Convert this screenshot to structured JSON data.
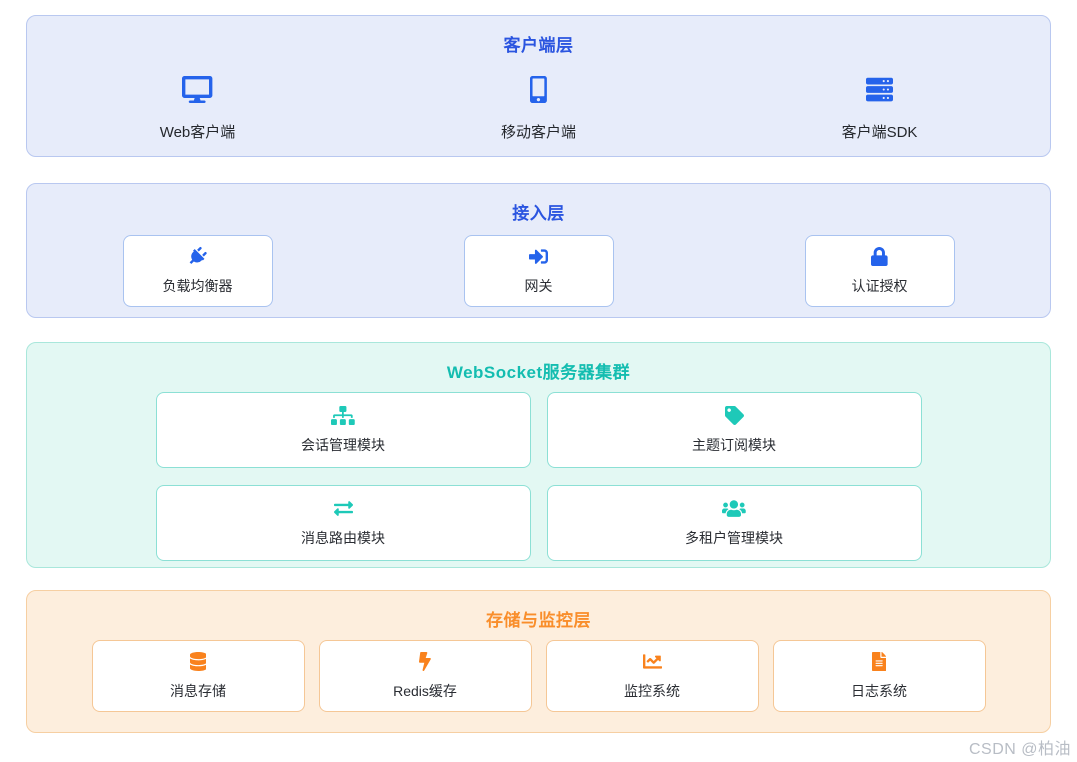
{
  "page": {
    "watermark": "CSDN @柏油"
  },
  "colors": {
    "blue_accent": "#2563eb",
    "blue_title": "#2b55e0",
    "blue_layer_bg": "#e7ecfa",
    "teal_accent": "#1ec9b8",
    "teal_title": "#14bdb0",
    "teal_layer_bg": "#e3f8f3",
    "orange_accent": "#f9821d",
    "orange_title": "#f98e2b",
    "orange_layer_bg": "#fdeedd"
  },
  "layers": [
    {
      "id": "client-layer",
      "title": "客户端层",
      "items": [
        {
          "label": "Web客户端",
          "icon": "desktop-icon"
        },
        {
          "label": "移动客户端",
          "icon": "mobile-icon"
        },
        {
          "label": "客户端SDK",
          "icon": "server-icon"
        }
      ]
    },
    {
      "id": "access-layer",
      "title": "接入层",
      "items": [
        {
          "label": "负载均衡器",
          "icon": "plug-icon"
        },
        {
          "label": "网关",
          "icon": "sign-in-icon"
        },
        {
          "label": "认证授权",
          "icon": "lock-icon"
        }
      ]
    },
    {
      "id": "websocket-cluster-layer",
      "title": "WebSocket服务器集群",
      "items": [
        {
          "label": "会话管理模块",
          "icon": "sitemap-icon"
        },
        {
          "label": "主题订阅模块",
          "icon": "tag-icon"
        },
        {
          "label": "消息路由模块",
          "icon": "exchange-icon"
        },
        {
          "label": "多租户管理模块",
          "icon": "users-icon"
        }
      ]
    },
    {
      "id": "storage-monitor-layer",
      "title": "存储与监控层",
      "items": [
        {
          "label": "消息存储",
          "icon": "database-icon"
        },
        {
          "label": "Redis缓存",
          "icon": "bolt-icon"
        },
        {
          "label": "监控系统",
          "icon": "chart-line-icon"
        },
        {
          "label": "日志系统",
          "icon": "file-icon"
        }
      ]
    }
  ]
}
